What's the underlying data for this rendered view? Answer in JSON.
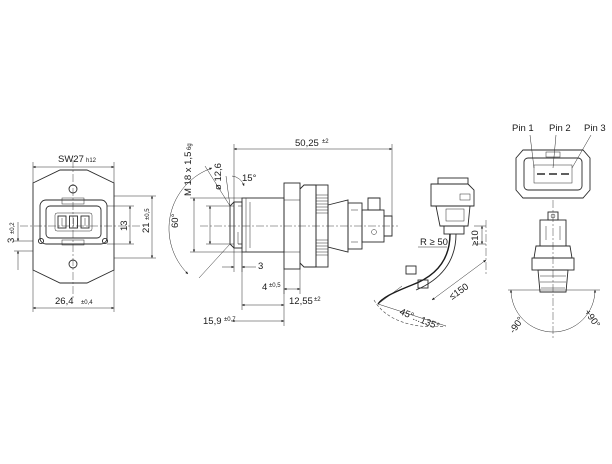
{
  "front_view": {
    "sw_label": "SW27",
    "sw_tol": "h12",
    "dim_width": "26,4",
    "dim_width_tol": "±0,4",
    "dim_13": "13",
    "dim_21": "21",
    "dim_21_tol": "±0,5",
    "dim_3": "3",
    "dim_3_tol": "±0,2"
  },
  "side_view": {
    "dim_length": "50,25",
    "dim_length_tol": "±2",
    "thread": "M 18 x 1,5",
    "thread_tol": "6g",
    "diameter": "ø 12,6",
    "angle_15": "15°",
    "angle_60": "60°",
    "dim_3": "3",
    "dim_4": "4",
    "dim_4_tol": "±0,5",
    "dim_12_55": "12,55",
    "dim_12_55_tol": "±2",
    "dim_15_9": "15,9",
    "dim_15_9_tol": "±0,7"
  },
  "connector_view": {
    "radius": "R ≥ 50",
    "dim_10": "≥10",
    "dim_150": "≤150",
    "angle_range": "45°...135°"
  },
  "pin_view": {
    "pin1": "Pin 1",
    "pin2": "Pin 2",
    "pin3": "Pin 3",
    "angle_left": "-90°",
    "angle_right": "+90°"
  }
}
